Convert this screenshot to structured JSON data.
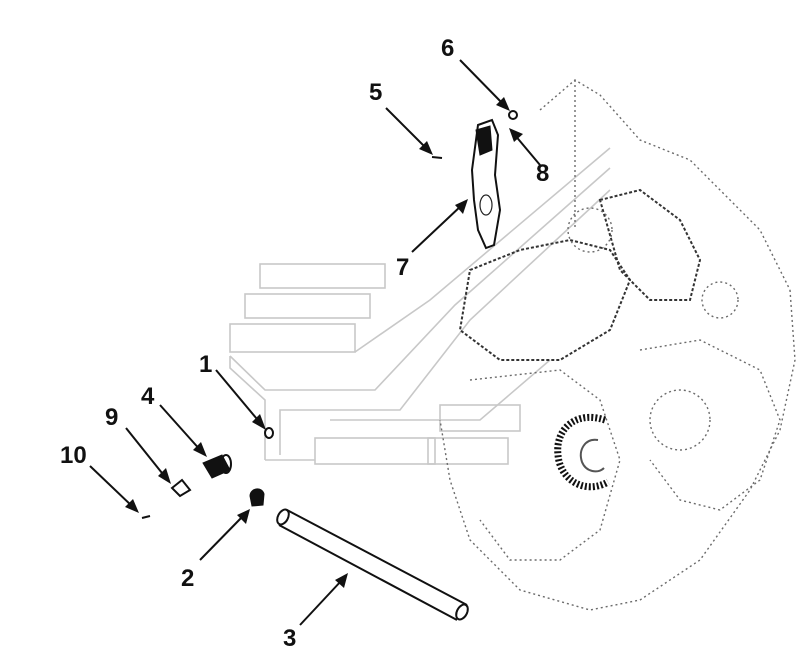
{
  "diagram": {
    "callouts": [
      "1",
      "2",
      "3",
      "4",
      "5",
      "6",
      "7",
      "8",
      "9",
      "10"
    ]
  },
  "colors": {
    "line": "#111111",
    "ghost": "#c8c8c8",
    "engine": "#6b6b6b",
    "background": "#ffffff"
  }
}
